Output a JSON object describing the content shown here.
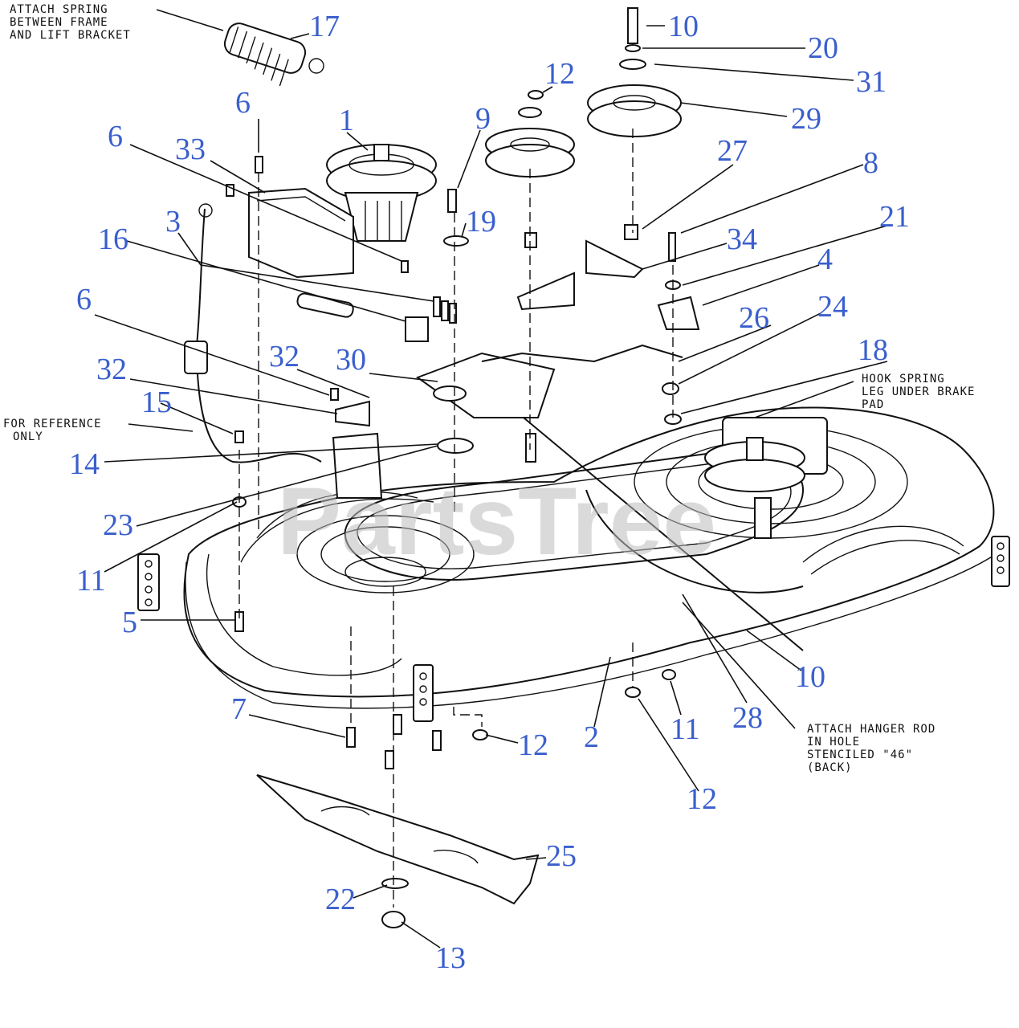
{
  "diagram": {
    "watermark": "PartsTree",
    "notes": {
      "spring_note": [
        "ATTACH SPRING",
        "BETWEEN FRAME",
        "AND LIFT BRACKET"
      ],
      "reference_note": [
        "FOR REFERENCE",
        "ONLY"
      ],
      "hook_note": [
        "HOOK SPRING",
        "LEG UNDER BRAKE",
        "PAD"
      ],
      "hanger_note": [
        "ATTACH HANGER ROD",
        "IN HOLE",
        "STENCILED \"46\"",
        "(BACK)"
      ]
    },
    "callouts": [
      "17",
      "10",
      "20",
      "31",
      "12",
      "29",
      "1",
      "9",
      "6",
      "6",
      "33",
      "27",
      "8",
      "21",
      "3",
      "19",
      "34",
      "4",
      "16",
      "26",
      "24",
      "6",
      "32",
      "30",
      "18",
      "32",
      "15",
      "14",
      "23",
      "11",
      "5",
      "10",
      "7",
      "12",
      "2",
      "11",
      "28",
      "12",
      "25",
      "22",
      "13"
    ],
    "colors": {
      "callout": "#3a5fcd",
      "line": "#111111",
      "watermark": "#bdbdbd"
    }
  }
}
